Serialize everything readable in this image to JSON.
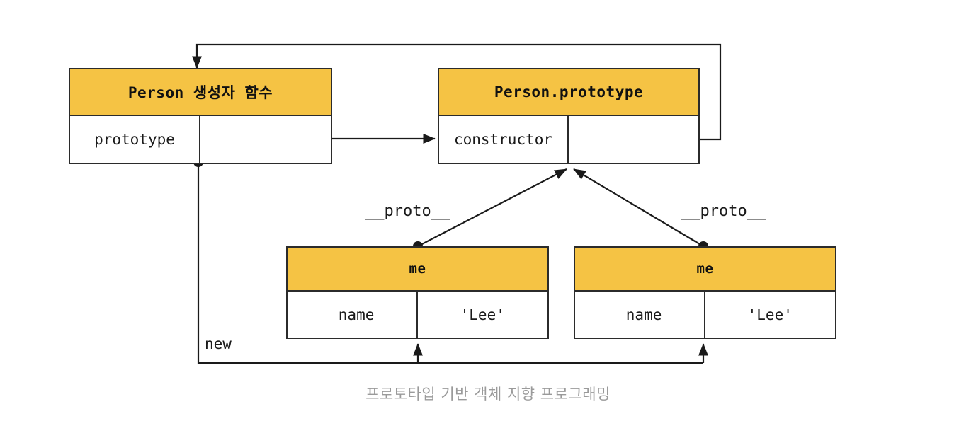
{
  "diagram": {
    "title": "프로토타입 기반 객체 지향 프로그래밍",
    "colors": {
      "header_fill": "#F5C344",
      "border": "#2b2b2b",
      "line": "#1a1a1a",
      "caption_text": "#9a9a9a",
      "box_fill": "#ffffff"
    },
    "boxes": [
      {
        "id": "person-constructor",
        "header": "Person 생성자 함수",
        "left_cell": "prototype",
        "right_cell": ""
      },
      {
        "id": "person-prototype",
        "header": "Person.prototype",
        "left_cell": "constructor",
        "right_cell": ""
      },
      {
        "id": "me-instance-1",
        "header": "me",
        "left_cell": "_name",
        "right_cell": "'Lee'"
      },
      {
        "id": "me-instance-2",
        "header": "me",
        "left_cell": "_name",
        "right_cell": "'Lee'"
      }
    ],
    "edge_labels": {
      "proto_left": "__proto__",
      "proto_right": "__proto__",
      "new_label": "new"
    }
  }
}
